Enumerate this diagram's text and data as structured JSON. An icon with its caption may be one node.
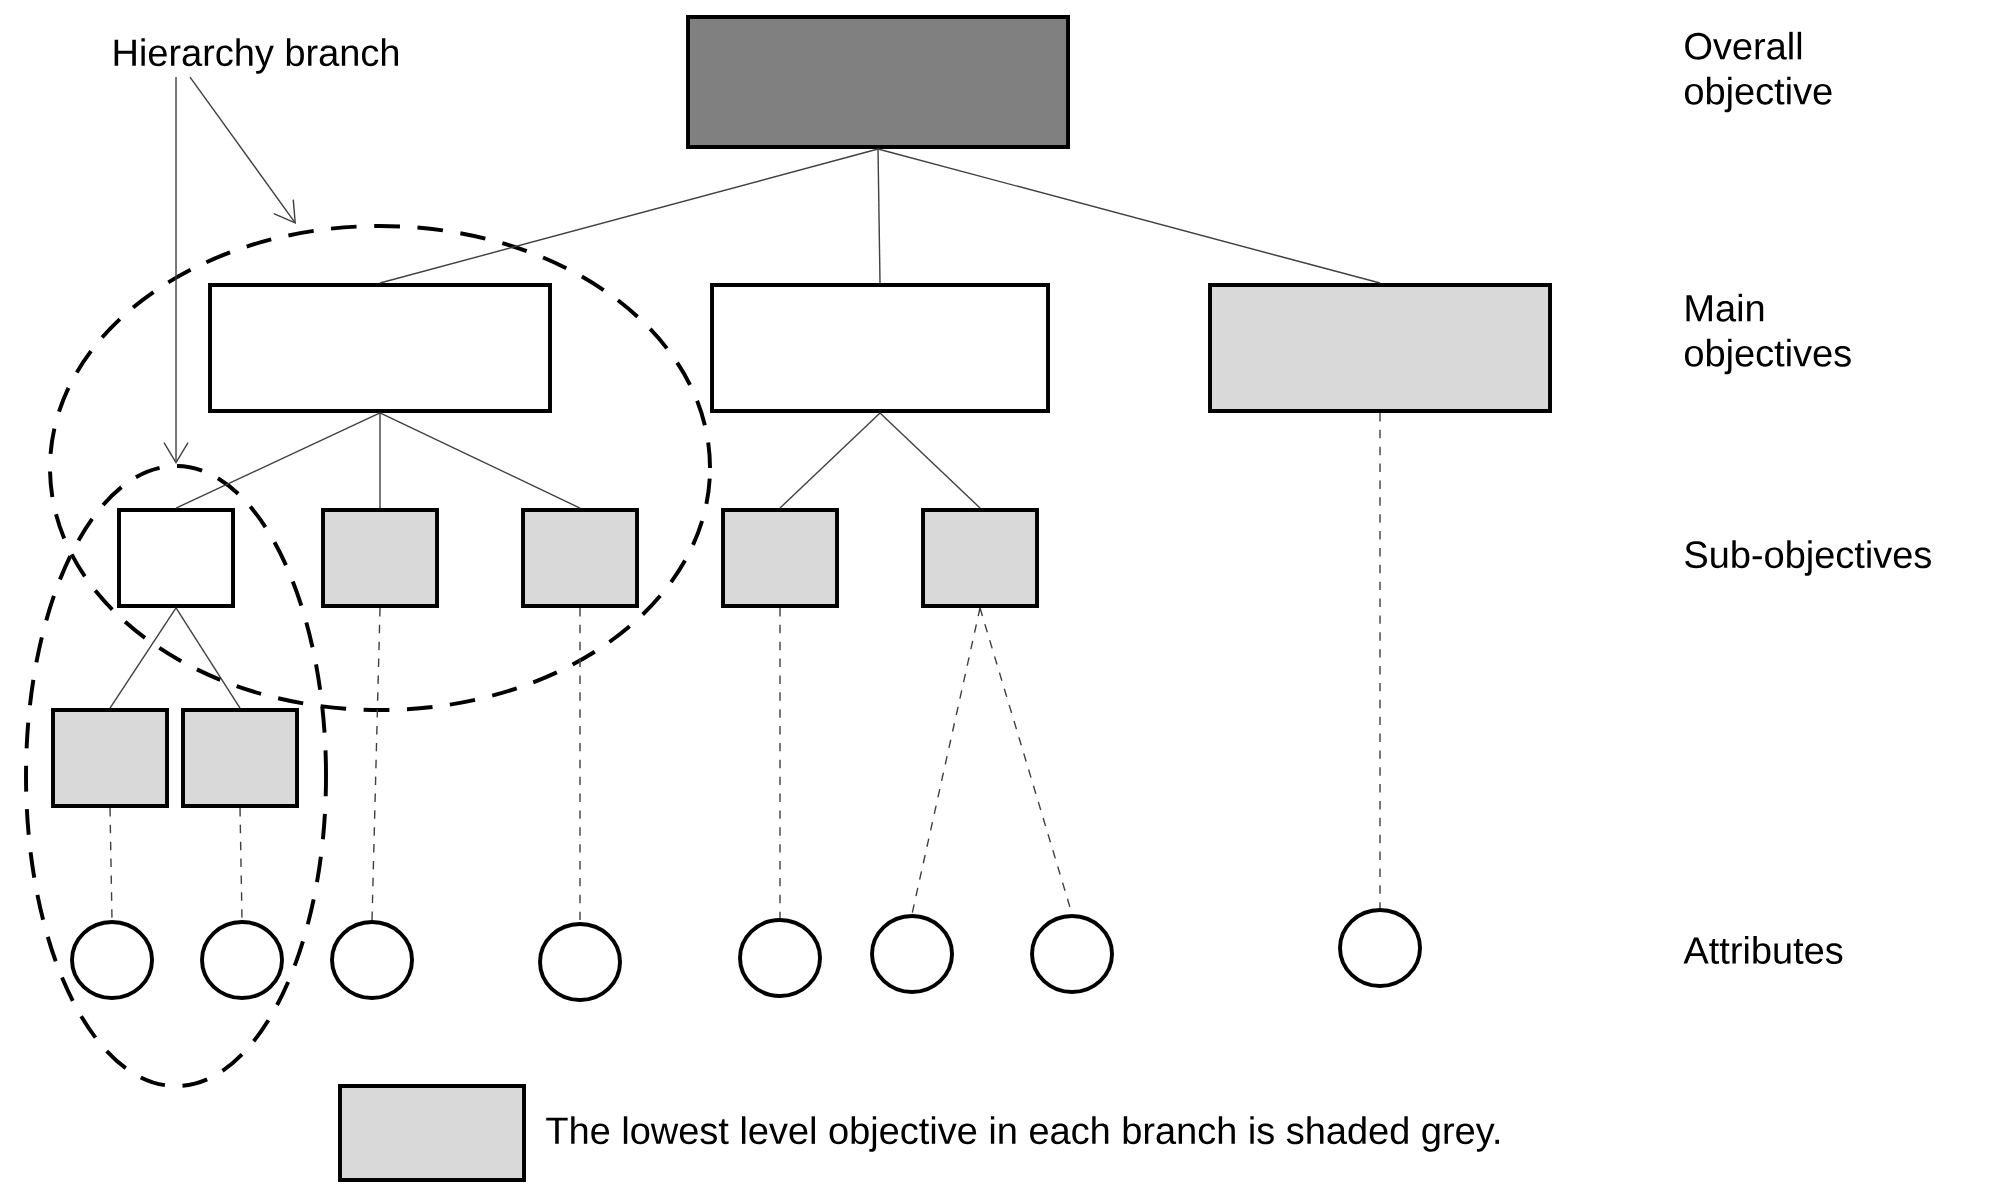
{
  "diagram": {
    "nodes": [
      {
        "text": [
          "Hierarchy branch"
        ]
      },
      {
        "text": [],
        "shape": "box"
      },
      {
        "text": [],
        "shape": "box"
      },
      {
        "text": [],
        "shape": "box"
      },
      {
        "text": [],
        "shape": "box"
      },
      {
        "text": [],
        "shape": "box"
      },
      {
        "text": [],
        "shape": "box"
      },
      {
        "text": [],
        "shape": "box"
      },
      {
        "text": [],
        "shape": "box"
      },
      {
        "text": [],
        "shape": "box"
      },
      {
        "text": [],
        "shape": "box"
      },
      {
        "text": [],
        "shape": "box"
      },
      {
        "text": [],
        "shape": "circle"
      },
      {
        "text": [],
        "shape": "circle"
      },
      {
        "text": [],
        "shape": "circle"
      },
      {
        "text": [],
        "shape": "circle"
      },
      {
        "text": [],
        "shape": "circle"
      },
      {
        "text": [],
        "shape": "circle"
      },
      {
        "text": [],
        "shape": "circle"
      },
      {
        "text": [],
        "shape": "circle"
      }
    ],
    "edges": [
      {
        "from": 0,
        "to": null,
        "arrow": "to"
      },
      {
        "from": 0,
        "to": null,
        "arrow": "to"
      },
      {
        "from": 1,
        "to": 2,
        "arrow": "none"
      },
      {
        "from": 1,
        "to": 3,
        "arrow": "none"
      },
      {
        "from": 1,
        "to": 4,
        "arrow": "none"
      },
      {
        "from": 2,
        "to": 5,
        "arrow": "none"
      },
      {
        "from": 2,
        "to": 6,
        "arrow": "none"
      },
      {
        "from": 2,
        "to": 7,
        "arrow": "none"
      },
      {
        "from": 3,
        "to": 8,
        "arrow": "none"
      },
      {
        "from": 3,
        "to": 9,
        "arrow": "none"
      },
      {
        "from": 5,
        "to": 10,
        "arrow": "none"
      },
      {
        "from": 5,
        "to": 11,
        "arrow": "none"
      },
      {
        "from": 10,
        "to": 12,
        "arrow": "none",
        "style": "dashed"
      },
      {
        "from": 11,
        "to": 13,
        "arrow": "none",
        "style": "dashed"
      },
      {
        "from": 6,
        "to": 14,
        "arrow": "none",
        "style": "dashed"
      },
      {
        "from": 7,
        "to": 15,
        "arrow": "none",
        "style": "dashed"
      },
      {
        "from": 8,
        "to": 16,
        "arrow": "none",
        "style": "dashed"
      },
      {
        "from": 9,
        "to": 17,
        "arrow": "none",
        "style": "dashed"
      },
      {
        "from": 9,
        "to": 18,
        "arrow": "none",
        "style": "dashed"
      },
      {
        "from": 4,
        "to": 19,
        "arrow": "none",
        "style": "dashed"
      }
    ],
    "labels": [
      "Overall objective",
      "Main objectives",
      "Sub-objectives",
      "Attributes"
    ],
    "legend": [
      {
        "text": "The lowest level objective in each branch is shaded grey.",
        "color": "#d9d9d9"
      }
    ]
  }
}
